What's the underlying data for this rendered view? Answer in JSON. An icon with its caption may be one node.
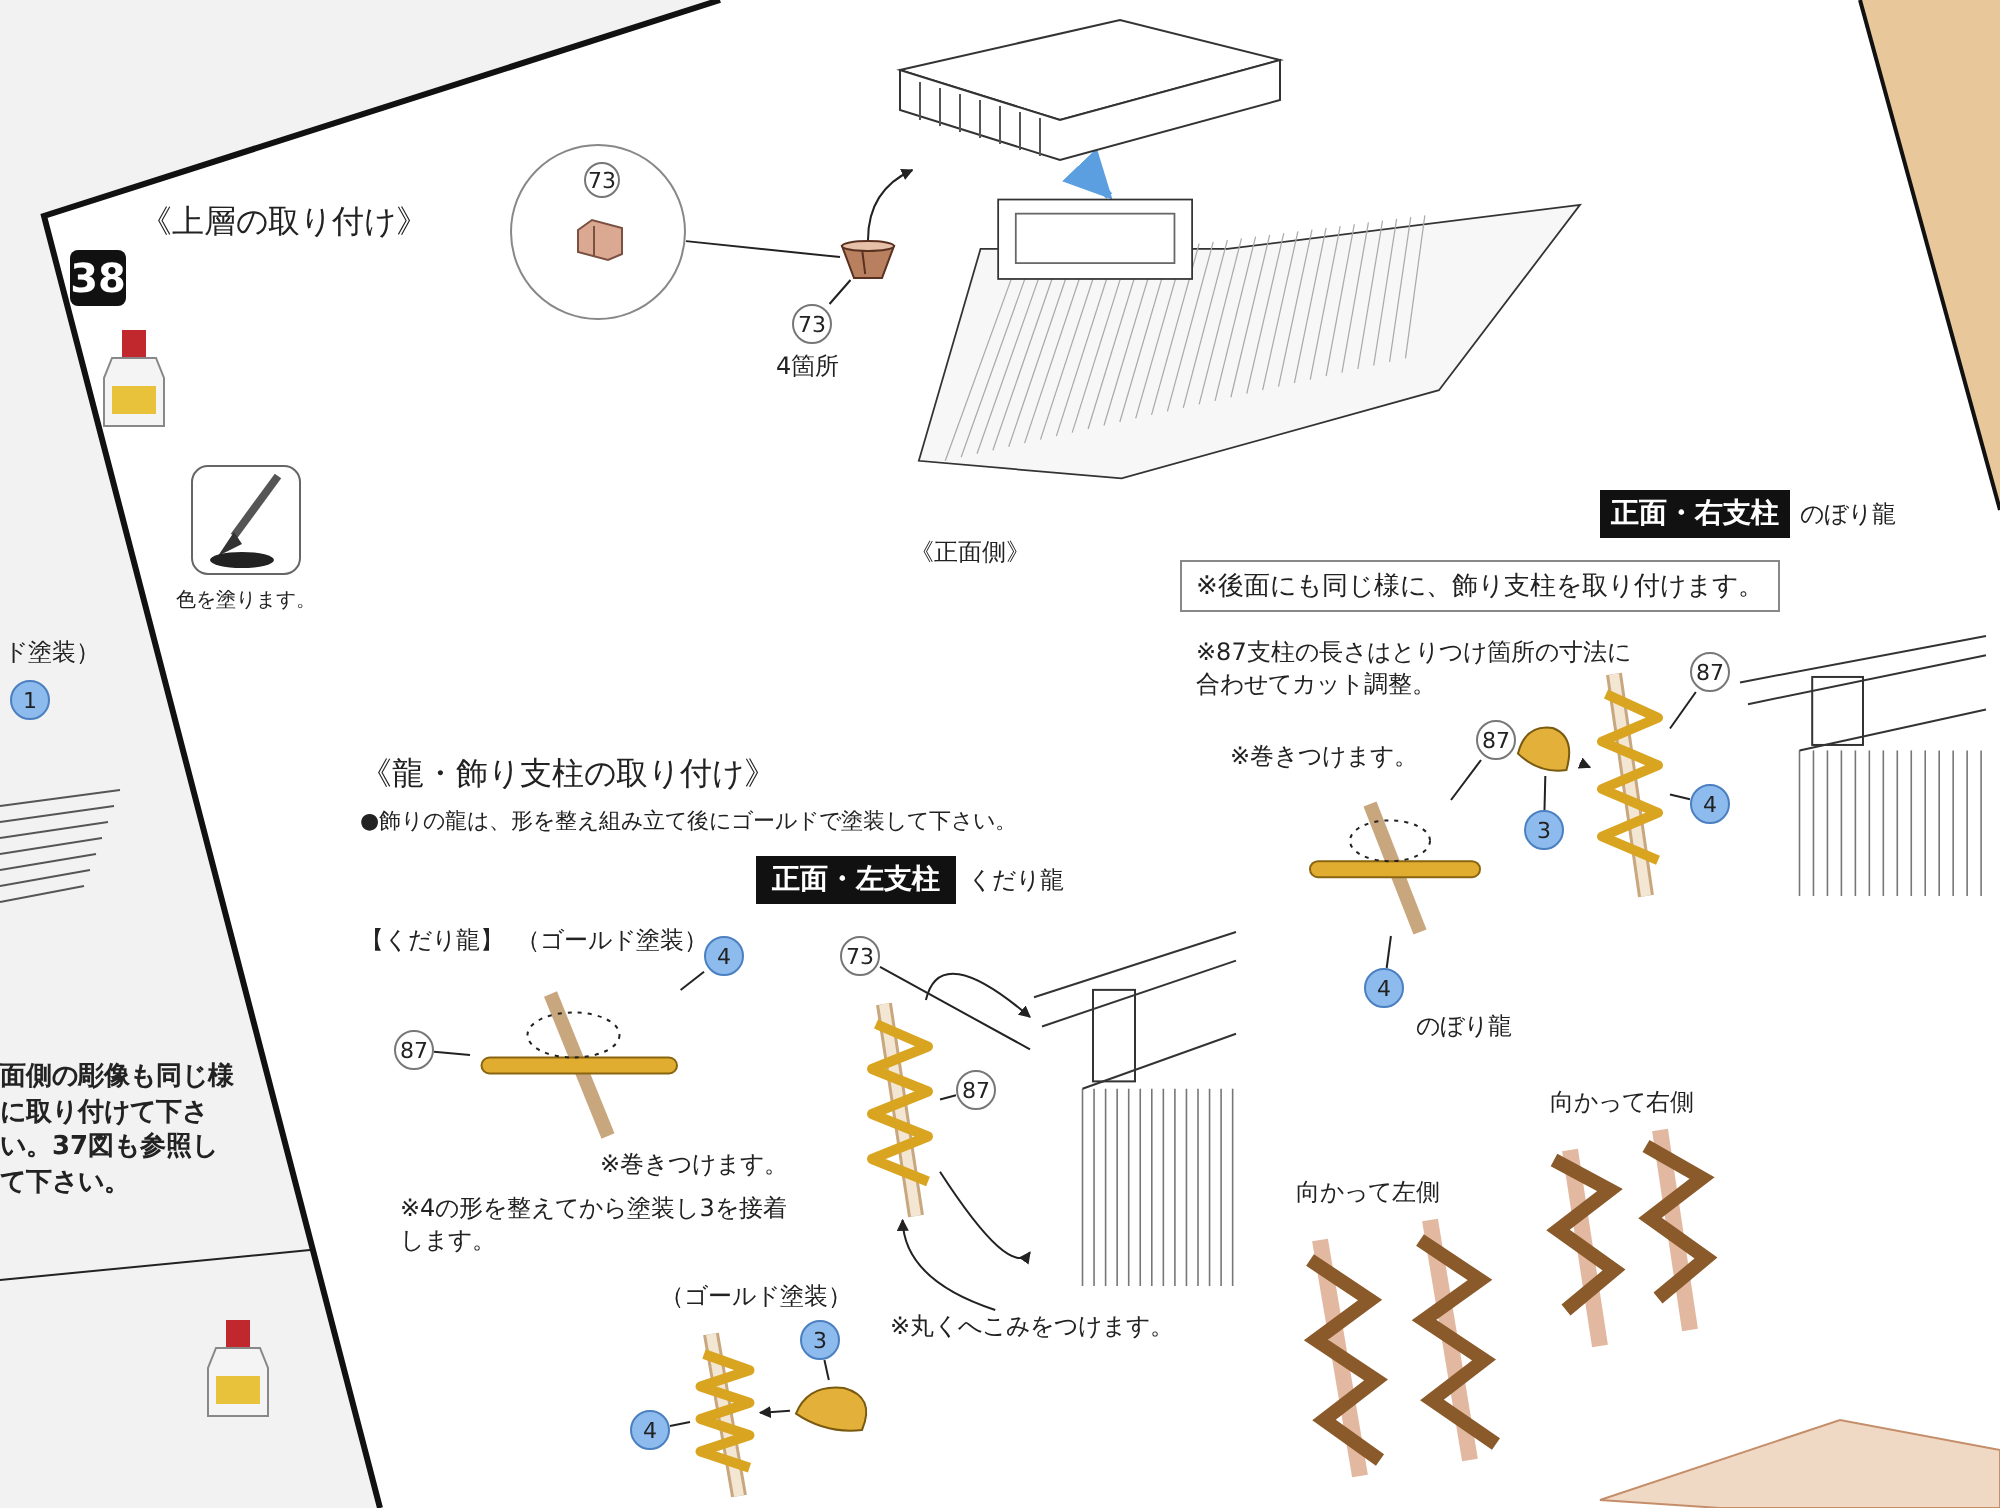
{
  "diagram": {
    "nodes": [
      {
        "text": [
          "38"
        ]
      },
      {
        "text": [
          "73"
        ]
      },
      {
        "text": [],
        "shape": "picture"
      },
      {
        "text": [
          "73"
        ],
        "beside": [
          "4箇所"
        ]
      },
      {
        "text": [],
        "shape": "picture"
      },
      {
        "text": [],
        "shape": "picture",
        "beside": [
          "《正面側》"
        ]
      },
      {
        "text": [
          "※後面にも同じ様に、飾り支柱を取り付けます。"
        ]
      },
      {
        "text": [
          "正面・右支柱"
        ],
        "beside": [
          "のぼり龍"
        ]
      },
      {
        "text": [
          "87"
        ]
      },
      {
        "text": [],
        "shape": "picture"
      },
      {
        "text": [
          "4"
        ]
      },
      {
        "text": [],
        "shape": "picture"
      },
      {
        "text": [],
        "shape": "picture"
      },
      {
        "text": [
          "87"
        ]
      },
      {
        "text": [
          "3"
        ]
      },
      {
        "text": [
          "4"
        ]
      },
      {
        "text": [],
        "shape": "picture"
      },
      {
        "text": [
          "正面・左支柱"
        ],
        "beside": [
          "くだり龍"
        ]
      },
      {
        "text": [
          "87"
        ]
      },
      {
        "text": [],
        "shape": "picture"
      },
      {
        "text": [
          "4"
        ]
      },
      {
        "text": [],
        "shape": "picture"
      },
      {
        "text": [
          "73"
        ]
      },
      {
        "text": [],
        "shape": "picture"
      },
      {
        "text": [
          "87"
        ]
      },
      {
        "text": [
          "※丸くへこみをつけます。"
        ]
      },
      {
        "text": [],
        "shape": "picture"
      },
      {
        "text": [],
        "shape": "picture"
      },
      {
        "text": [
          "3"
        ]
      },
      {
        "text": [
          "4"
        ]
      },
      {
        "text": [
          "1"
        ]
      }
    ],
    "edges": [
      {
        "from": 1,
        "to": 2,
        "arrow": "none"
      },
      {
        "from": 3,
        "to": 2,
        "arrow": "none"
      },
      {
        "from": 2,
        "to": 4,
        "arrow": "to"
      },
      {
        "from": 4,
        "to": 5,
        "arrow": "to",
        "style": "thick",
        "color": "#5b9fe0"
      },
      {
        "from": 8,
        "to": 9,
        "arrow": "none"
      },
      {
        "from": 10,
        "to": 9,
        "arrow": "none"
      },
      {
        "from": 11,
        "to": 12,
        "arrow": "to"
      },
      {
        "from": 13,
        "to": 12,
        "arrow": "none"
      },
      {
        "from": 14,
        "to": 11,
        "arrow": "none"
      },
      {
        "from": 15,
        "to": 12,
        "arrow": "none"
      },
      {
        "from": 18,
        "to": 19,
        "arrow": "none"
      },
      {
        "from": 20,
        "to": 19,
        "arrow": "none"
      },
      {
        "from": 22,
        "to": 21,
        "arrow": "none"
      },
      {
        "from": 23,
        "to": 21,
        "arrow": "to"
      },
      {
        "from": 23,
        "to": 21,
        "arrow": "to"
      },
      {
        "from": 24,
        "to": 23,
        "arrow": "none"
      },
      {
        "from": 25,
        "to": 23,
        "arrow": "to"
      },
      {
        "from": 27,
        "to": 26,
        "arrow": "to"
      },
      {
        "from": 28,
        "to": 27,
        "arrow": "none"
      },
      {
        "from": 29,
        "to": 26,
        "arrow": "none"
      }
    ],
    "labels": [
      "《上層の取り付け》",
      "色を塗ります。",
      "※87支柱の長さはとりつけ箇所の寸法に合わせてカット調整。",
      "※巻きつけます。",
      "のぼり龍",
      "《龍・飾り支柱の取り付け》",
      "●飾りの龍は、形を整え組み立て後にゴールドで塗装して下さい。",
      "【くだり龍】",
      "（ゴールド塗装）",
      "※巻きつけます。",
      "※4の形を整えてから塗装し3を接着します。",
      "（ゴールド塗装）",
      "向かって左側",
      "向かって右側",
      "ド塗装）",
      "面側の彫像も同じ様に取り付けて下さい。37図も参照して下さい。"
    ]
  }
}
